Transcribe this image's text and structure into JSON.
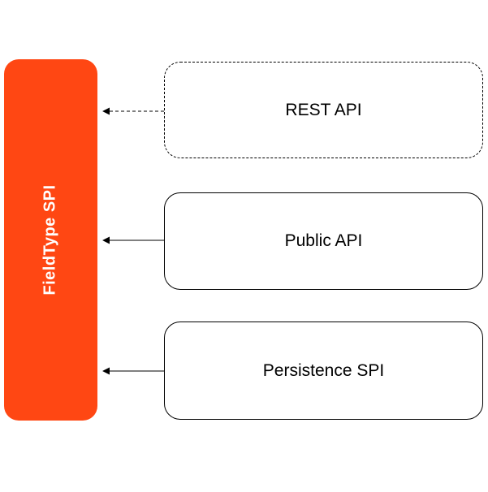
{
  "diagram": {
    "sidebar": {
      "label": "FieldType SPI",
      "fill_color": "#FF4713",
      "text_color": "#FFFFFF"
    },
    "nodes": [
      {
        "label": "REST API",
        "border_style": "dashed"
      },
      {
        "label": "Public API",
        "border_style": "solid"
      },
      {
        "label": "Persistence SPI",
        "border_style": "solid"
      }
    ],
    "arrows": [
      {
        "from": "REST API",
        "to": "FieldType SPI",
        "style": "dashed",
        "direction": "left"
      },
      {
        "from": "Public API",
        "to": "FieldType SPI",
        "style": "solid",
        "direction": "left"
      },
      {
        "from": "Persistence SPI",
        "to": "FieldType SPI",
        "style": "solid",
        "direction": "left"
      }
    ]
  }
}
